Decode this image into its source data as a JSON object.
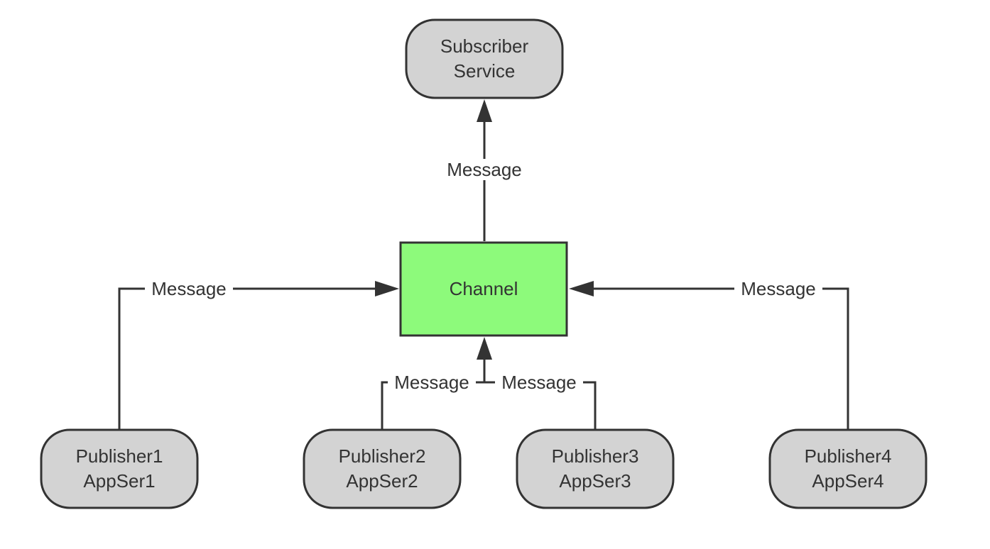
{
  "colors": {
    "node_fill": "#d3d3d3",
    "channel_fill": "#8dfa7b",
    "stroke": "#333333",
    "background": "#ffffff"
  },
  "nodes": {
    "subscriber": {
      "line1": "Subscriber",
      "line2": "Service"
    },
    "channel": {
      "label": "Channel"
    },
    "publisher1": {
      "line1": "Publisher1",
      "line2": "AppSer1"
    },
    "publisher2": {
      "line1": "Publisher2",
      "line2": "AppSer2"
    },
    "publisher3": {
      "line1": "Publisher3",
      "line2": "AppSer3"
    },
    "publisher4": {
      "line1": "Publisher4",
      "line2": "AppSer4"
    }
  },
  "edges": {
    "channel_to_subscriber": {
      "label": "Message"
    },
    "publisher1_to_channel": {
      "label": "Message"
    },
    "publisher2_to_channel": {
      "label": "Message"
    },
    "publisher3_to_channel": {
      "label": "Message"
    },
    "publisher4_to_channel": {
      "label": "Message"
    }
  }
}
